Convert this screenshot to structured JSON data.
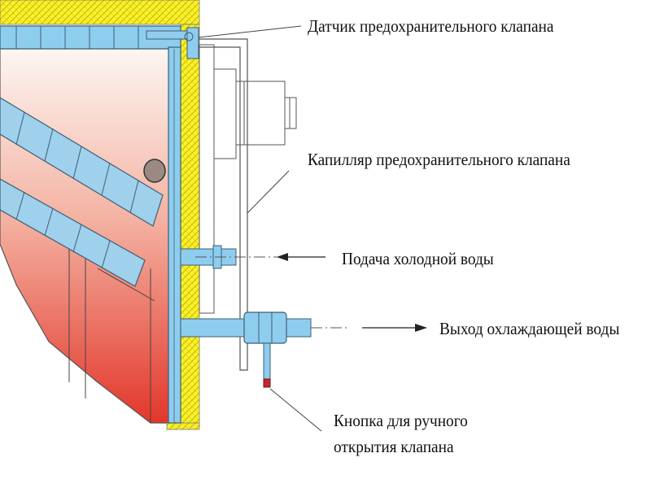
{
  "diagram": {
    "labels": {
      "sensor": "Датчик предохранительного клапана",
      "capillary": "Капилляр предохранительного клапана",
      "cold_water_in": "Подача холодной воды",
      "cooling_water_out": "Выход охлаждающей воды",
      "manual_button_line1": "Кнопка для ручного",
      "manual_button_line2": "открытия клапана"
    },
    "colors": {
      "water_pipe": "#8fcdef",
      "pipe_outline": "#3b5f75",
      "insulation": "#f4f02a",
      "firebox_top": "#fdf2ec",
      "firebox_bottom": "#e33a2c",
      "grate": "#9fd0ec",
      "valve_button": "#c2272d"
    }
  }
}
